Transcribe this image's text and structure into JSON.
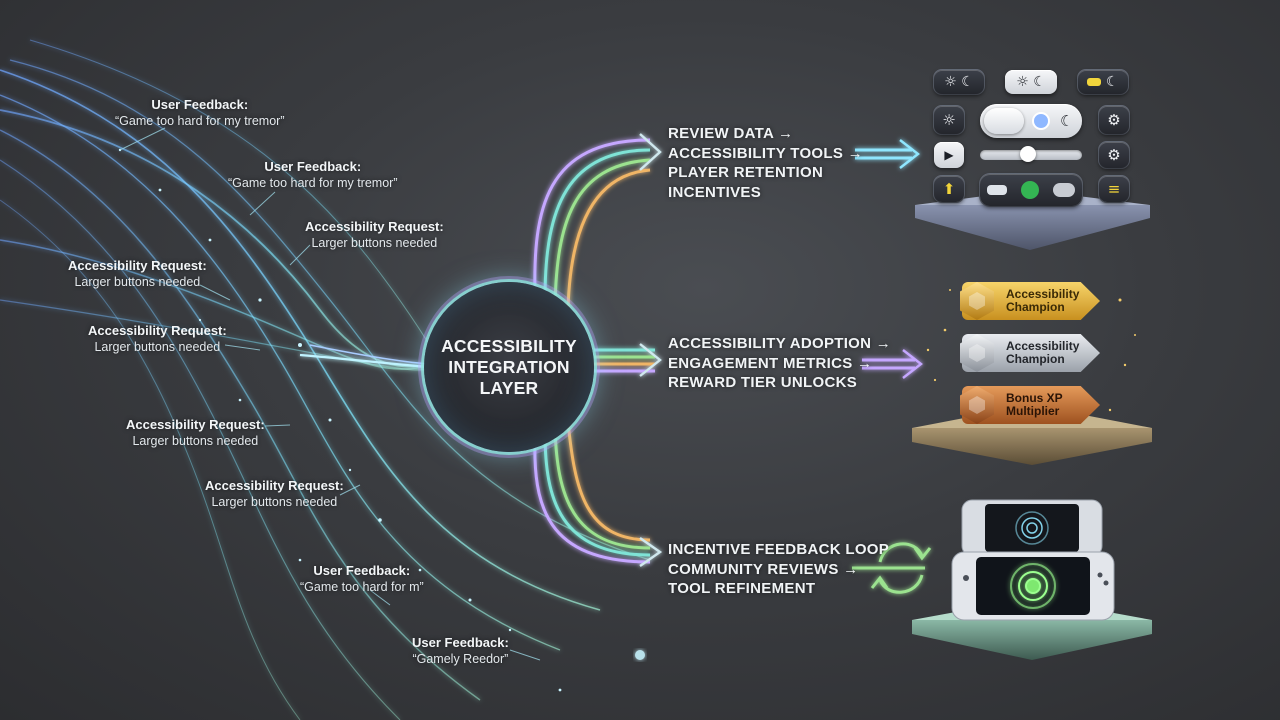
{
  "hub": {
    "line1": "ACCESSIBILITY",
    "line2": "INTEGRATION",
    "line3": "LAYER"
  },
  "feedback": [
    {
      "title": "User Feedback:",
      "sub": "“Game too hard for my tremor”"
    },
    {
      "title": "User Feedback:",
      "sub": "“Game too hard for my tremor”"
    },
    {
      "title": "Accessibility Request:",
      "sub": "Larger buttons needed"
    },
    {
      "title": "Accessibility Request:",
      "sub": "Larger buttons needed"
    },
    {
      "title": "Accessibility Request:",
      "sub": "Larger buttons needed"
    },
    {
      "title": "Accessibility Request:",
      "sub": "Larger buttons needed"
    },
    {
      "title": "Accessibility Request:",
      "sub": "Larger buttons needed"
    },
    {
      "title": "User Feedback:",
      "sub": "“Game too hard for m”"
    },
    {
      "title": "User Feedback:",
      "sub": "“Gamely Reedor”"
    }
  ],
  "flows": {
    "top": {
      "l1": "REVIEW DATA →",
      "l2": "ACCESSIBILITY TOOLS →",
      "l3": "PLAYER RETENTION",
      "l4": "INCENTIVES"
    },
    "middle": {
      "l1": "ACCESSIBILITY ADOPTION →",
      "l2": "ENGAGEMENT METRICS →",
      "l3": "REWARD TIER UNLOCKS"
    },
    "bottom": {
      "l1": "INCENTIVE FEEDBACK LOOP",
      "l2": "COMMUNITY REVIEWS →",
      "l3": "TOOL REFINEMENT"
    }
  },
  "badges": [
    {
      "l1": "Accessibility",
      "l2": "Champion"
    },
    {
      "l1": "Accessibility",
      "l2": "Champion"
    },
    {
      "l1": "Bonus XP",
      "l2": "Multiplier"
    }
  ],
  "icons": {
    "sun": "☼",
    "moon": "☾",
    "gear": "⚙",
    "upload": "⬆",
    "play": "▶",
    "menu": "≡"
  },
  "colors": {
    "teal": "#7fe3d6",
    "green": "#9be28f",
    "orange": "#f0b566",
    "purple": "#c5a7ff",
    "cyan": "#8fe6ff",
    "gold": "#e9b530",
    "silver": "#b8bcc4",
    "bronze": "#cf7a3a"
  }
}
